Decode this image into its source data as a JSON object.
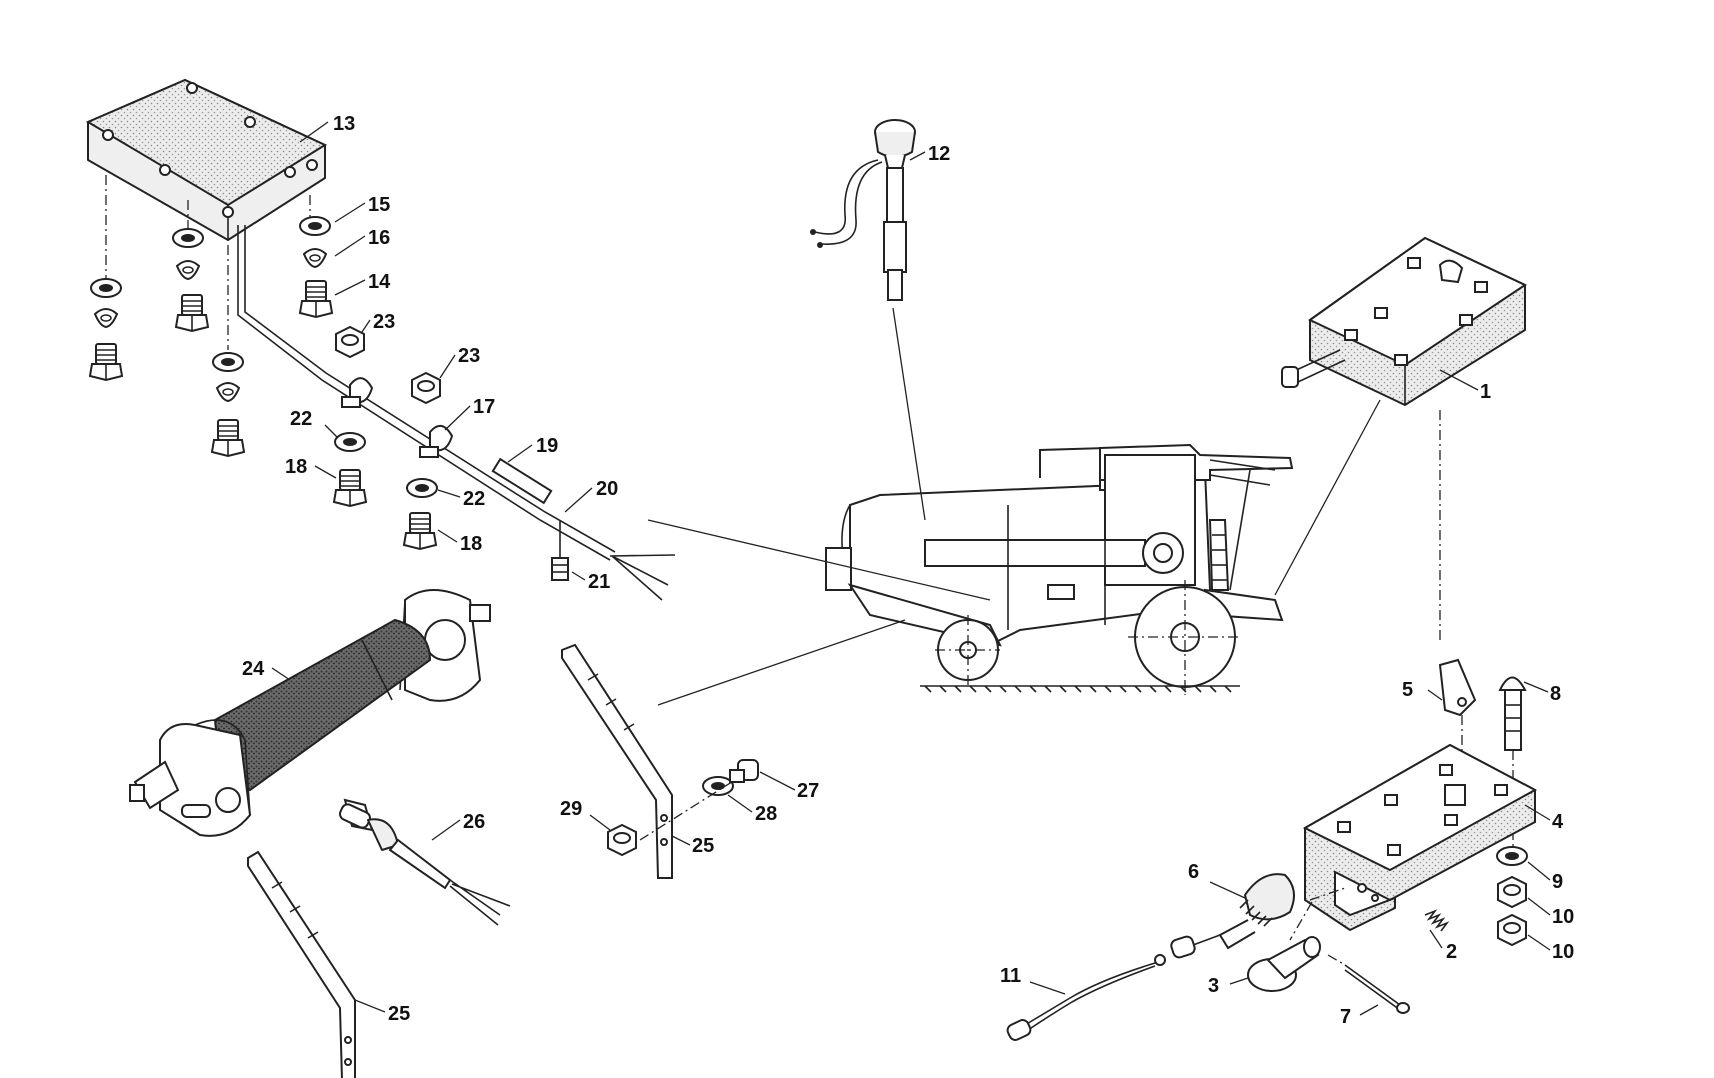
{
  "callouts": {
    "c1": "1",
    "c2": "2",
    "c3": "3",
    "c4": "4",
    "c5": "5",
    "c6": "6",
    "c7": "7",
    "c8": "8",
    "c9": "9",
    "c10a": "10",
    "c10b": "10",
    "c11": "11",
    "c12": "12",
    "c13": "13",
    "c14": "14",
    "c15": "15",
    "c16": "16",
    "c17": "17",
    "c18a": "18",
    "c18b": "18",
    "c19": "19",
    "c20": "20",
    "c21": "21",
    "c22a": "22",
    "c22b": "22",
    "c23a": "23",
    "c23b": "23",
    "c24": "24",
    "c25a": "25",
    "c25b": "25",
    "c26": "26",
    "c27": "27",
    "c28": "28",
    "c29": "29"
  }
}
